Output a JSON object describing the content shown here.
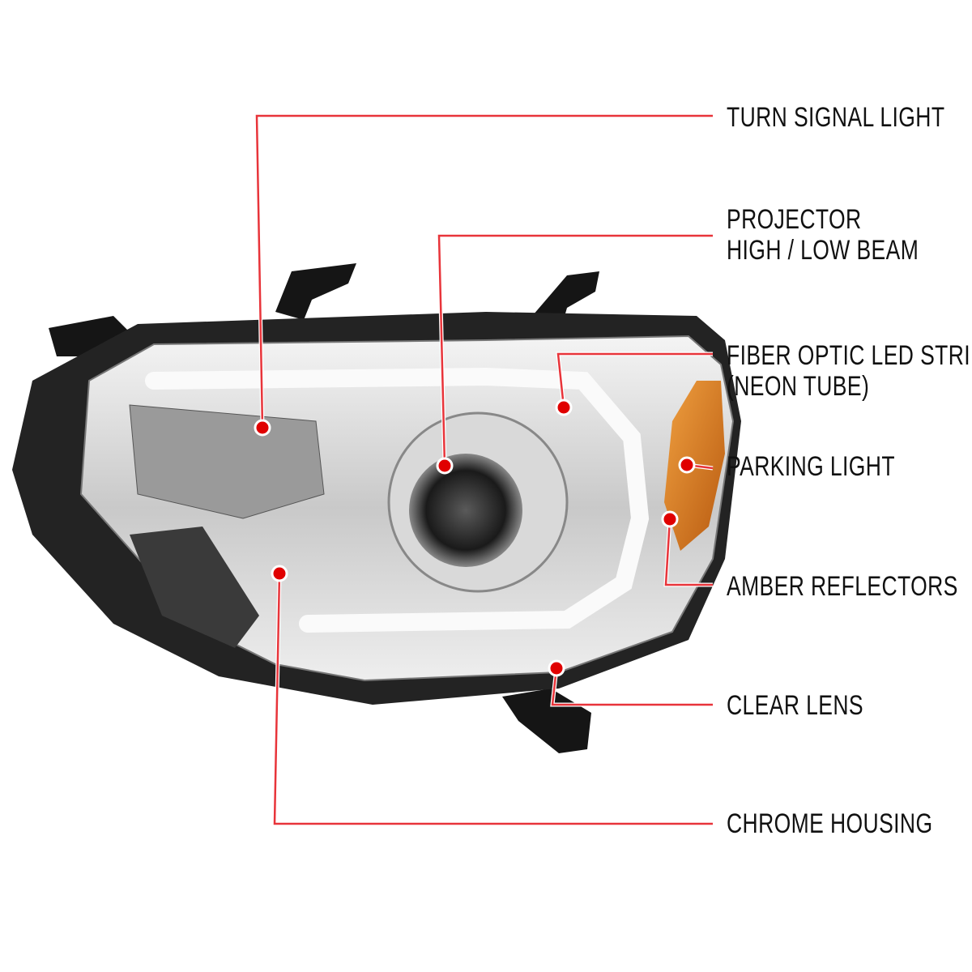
{
  "callouts": {
    "turn_signal": "TURN SIGNAL LIGHT",
    "projector_1": "PROJECTOR",
    "projector_2": "HIGH / LOW BEAM",
    "fiber_1": "FIBER OPTIC LED STRIP",
    "fiber_2": "(NEON TUBE)",
    "parking": "PARKING LIGHT",
    "amber": "AMBER REFLECTORS",
    "clear_lens": "CLEAR LENS",
    "chrome": "CHROME HOUSING"
  },
  "colors": {
    "line": "#e8343a",
    "dot": "#e00000",
    "amber": "#d9781e"
  }
}
